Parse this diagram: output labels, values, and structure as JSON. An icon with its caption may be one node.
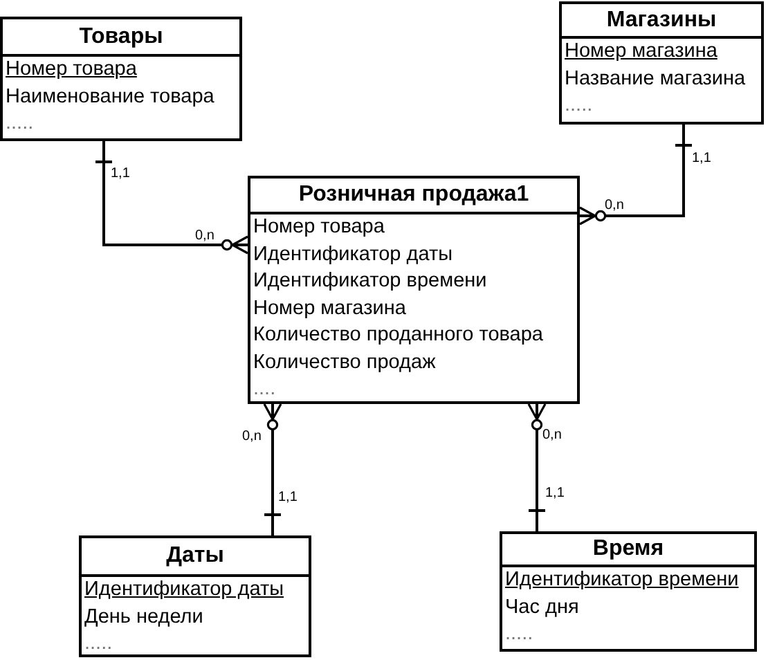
{
  "diagram": {
    "nodes": [
      {
        "text": [
          "Товары",
          "Номер товара",
          "Наименование товара",
          "....."
        ]
      },
      {
        "text": [
          "Магазины",
          "Номер магазина",
          "Название магазина",
          "....."
        ]
      },
      {
        "text": [
          "Розничная продажа1",
          "Номер товара",
          "Идентификатор даты",
          "Идентификатор времени",
          "Номер магазина",
          "Количество проданного товара",
          "Количество продаж",
          "...."
        ]
      },
      {
        "text": [
          "Даты",
          "Идентификатор даты",
          "День недели",
          "....."
        ]
      },
      {
        "text": [
          "Время",
          "Идентификатор времени",
          "Час дня",
          "....."
        ]
      }
    ],
    "edges": [
      {
        "from": 0,
        "to": 2,
        "arrow": "other"
      },
      {
        "from": 1,
        "to": 2,
        "arrow": "other"
      },
      {
        "from": 3,
        "to": 2,
        "arrow": "other"
      },
      {
        "from": 4,
        "to": 2,
        "arrow": "other"
      }
    ],
    "labels": [
      "1,1",
      "1,1",
      "0,n",
      "0,n",
      "0,n",
      "0,n",
      "1,1",
      "1,1"
    ]
  }
}
